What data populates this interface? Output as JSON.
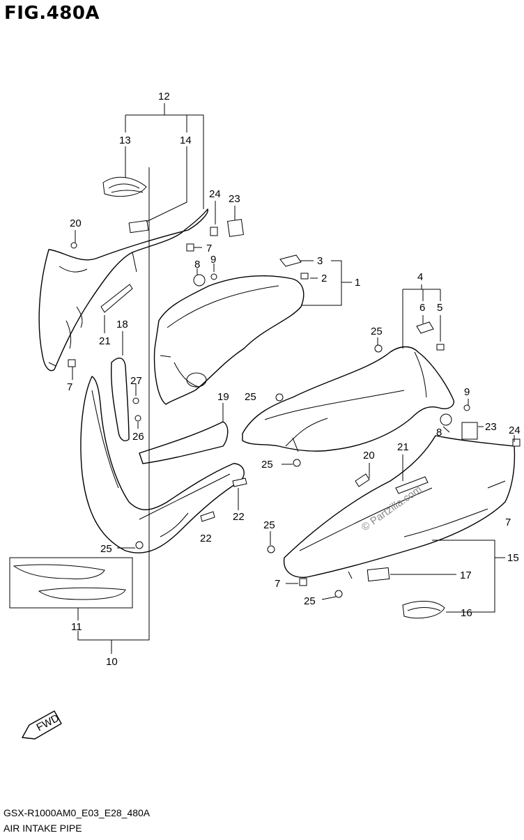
{
  "figure": {
    "title": "FIG.480A",
    "model_code": "GSX-R1000AM0_E03_E28_480A",
    "section_name": "AIR INTAKE PIPE",
    "watermark": "© Partzilla.com",
    "fwd_label": "FWD"
  },
  "callouts": {
    "c1": "1",
    "c2": "2",
    "c3": "3",
    "c4": "4",
    "c5": "5",
    "c6": "6",
    "c7a": "7",
    "c7b": "7",
    "c7c": "7",
    "c7d": "7",
    "c8a": "8",
    "c8b": "8",
    "c9a": "9",
    "c9b": "9",
    "c10": "10",
    "c11": "11",
    "c12": "12",
    "c13": "13",
    "c14": "14",
    "c15": "15",
    "c16": "16",
    "c17": "17",
    "c18": "18",
    "c19": "19",
    "c20a": "20",
    "c20b": "20",
    "c21a": "21",
    "c21b": "21",
    "c22a": "22",
    "c22b": "22",
    "c23a": "23",
    "c23b": "23",
    "c24a": "24",
    "c24b": "24",
    "c25a": "25",
    "c25b": "25",
    "c25c": "25",
    "c25d": "25",
    "c25e": "25",
    "c25f": "25",
    "c26": "26",
    "c27": "27"
  }
}
